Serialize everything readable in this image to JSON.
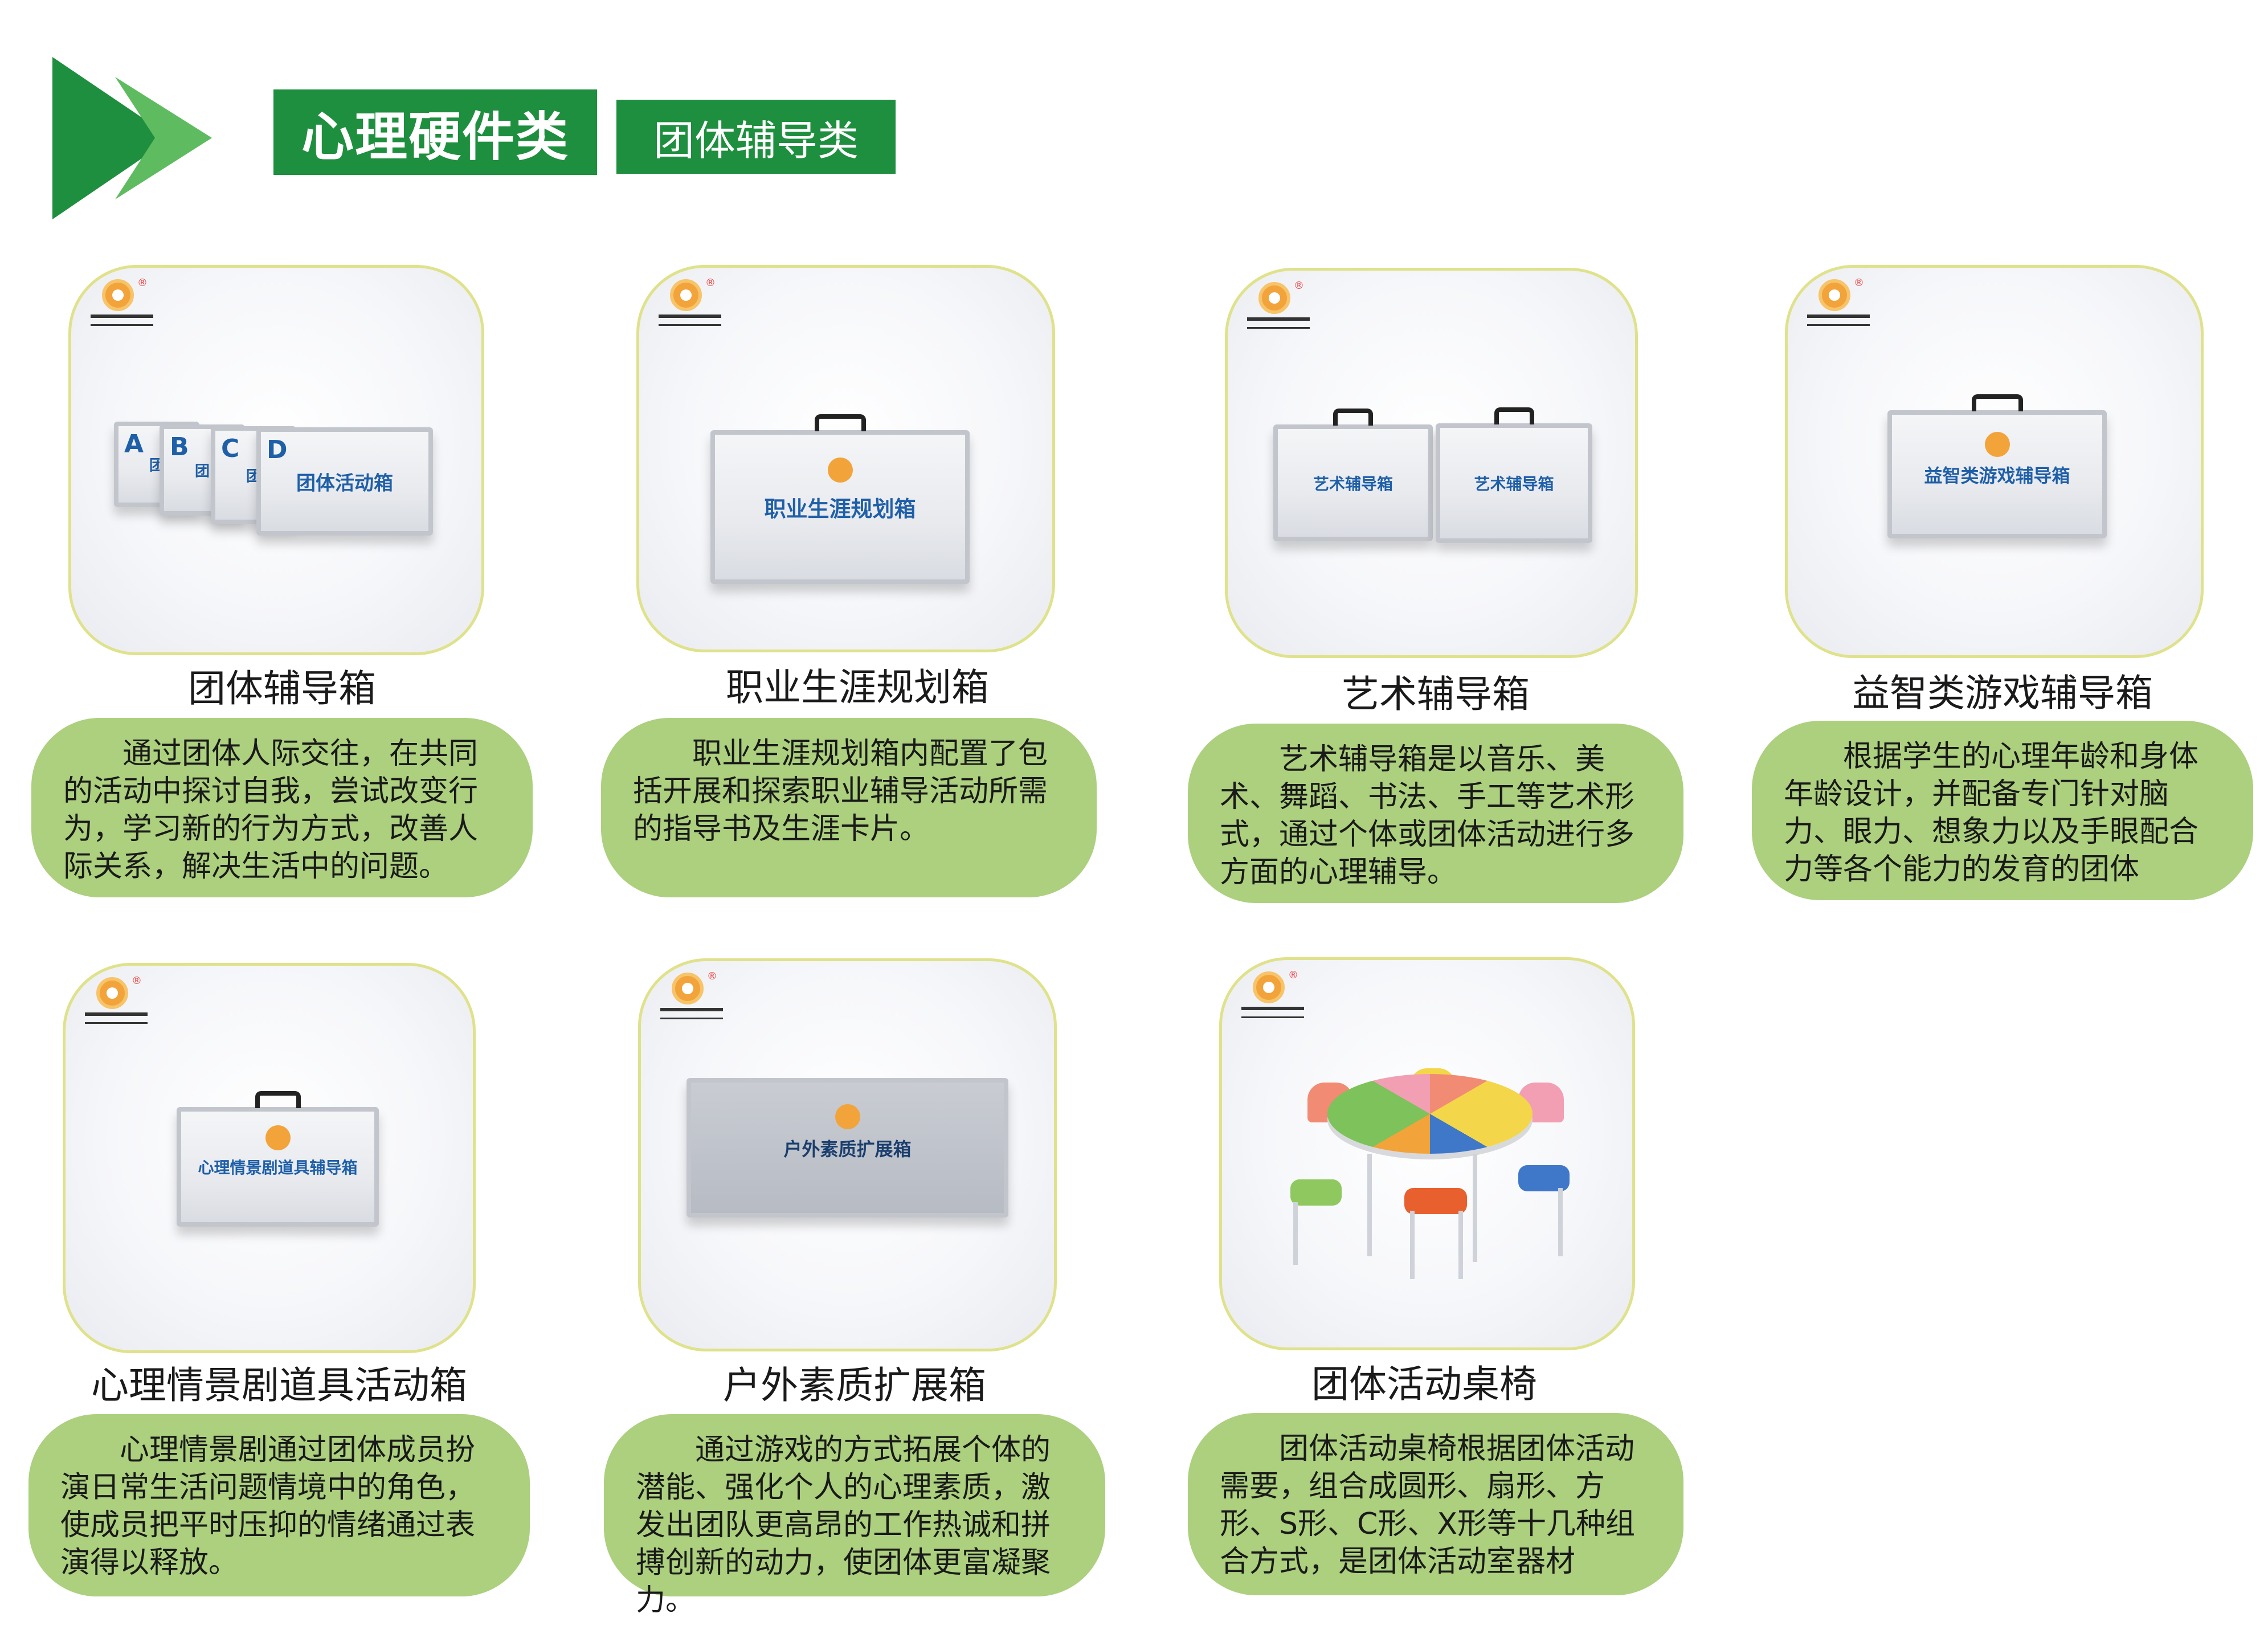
{
  "header": {
    "category_main": "心理硬件类",
    "category_sub": "团体辅导类"
  },
  "brand": {
    "registered_mark": "®"
  },
  "colors": {
    "green_dark": "#1e8f3e",
    "green_light": "#5fbb5f",
    "desc_bg": "#acd07e",
    "frame_border": "#dfe28a",
    "case_label": "#1f5fa8"
  },
  "products": [
    {
      "title": "团体辅导箱",
      "description": "通过团体人际交往，在共同的活动中探讨自我，尝试改变行为，学习新的行为方式，改善人际关系，解决生活中的问题。",
      "case_label": "团体活动箱",
      "case_letters": [
        "A",
        "B",
        "C",
        "D"
      ],
      "case_label_partial": "团"
    },
    {
      "title": "职业生涯规划箱",
      "description": "职业生涯规划箱内配置了包括开展和探索职业辅导活动所需的指导书及生涯卡片。",
      "case_label": "职业生涯规划箱"
    },
    {
      "title": "艺术辅导箱",
      "description": "艺术辅导箱是以音乐、美术、舞蹈、书法、手工等艺术形式，通过个体或团体活动进行多方面的心理辅导。",
      "case_label": "艺术辅导箱"
    },
    {
      "title": "益智类游戏辅导箱",
      "description": "根据学生的心理年龄和身体年龄设计，并配备专门针对脑力、眼力、想象力以及手眼配合力等各个能力的发育的团体",
      "case_label": "益智类游戏辅导箱"
    },
    {
      "title": "心理情景剧道具活动箱",
      "description": "心理情景剧通过团体成员扮演日常生活问题情境中的角色，使成员把平时压抑的情绪通过表演得以释放。",
      "case_label": "心理情景剧道具辅导箱"
    },
    {
      "title": "户外素质扩展箱",
      "description": "通过游戏的方式拓展个体的潜能、强化个人的心理素质，激发出团队更高昂的工作热诚和拼搏创新的动力，使团体更富凝聚力。",
      "case_label": "户外素质扩展箱"
    },
    {
      "title": "团体活动桌椅",
      "description": "团体活动桌椅根据团体活动需要，组合成圆形、扇形、方形、S形、C形、X形等十几种组合方式，是团体活动室器材"
    }
  ]
}
